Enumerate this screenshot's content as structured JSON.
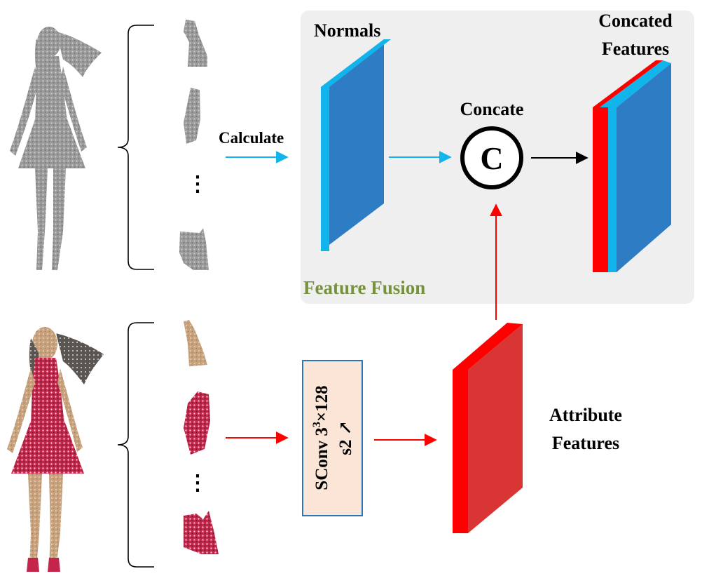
{
  "labels": {
    "normals": "Normals",
    "concated_line1": "Concated",
    "concated_line2": "Features",
    "concate": "Concate",
    "concat_symbol": "C",
    "calculate": "Calculate",
    "feature_fusion": "Feature Fusion",
    "attribute_line1": "Attribute",
    "attribute_line2": "Features",
    "vertical_dots": "⋮",
    "sconv_line1": "SConv 3",
    "sconv_sup": "3",
    "sconv_line1_tail": "×128",
    "sconv_line2": "s2 ↗"
  },
  "colors": {
    "normal_face": "#2e7dc4",
    "normal_edge": "#12b4ec",
    "attr_face": "#d93535",
    "attr_edge": "#ff0000",
    "fusion_bg": "#efefef",
    "fusion_label": "#76923c",
    "sconv_fill": "#fbe5d6",
    "sconv_border": "#2e75b6",
    "arrow_blue": "#12b4ec",
    "arrow_red": "#ff0000",
    "arrow_black": "#000000",
    "pointcloud_gray": "#8a8a8a",
    "dress_red": "#c4254a",
    "skin": "#c8a27c"
  }
}
